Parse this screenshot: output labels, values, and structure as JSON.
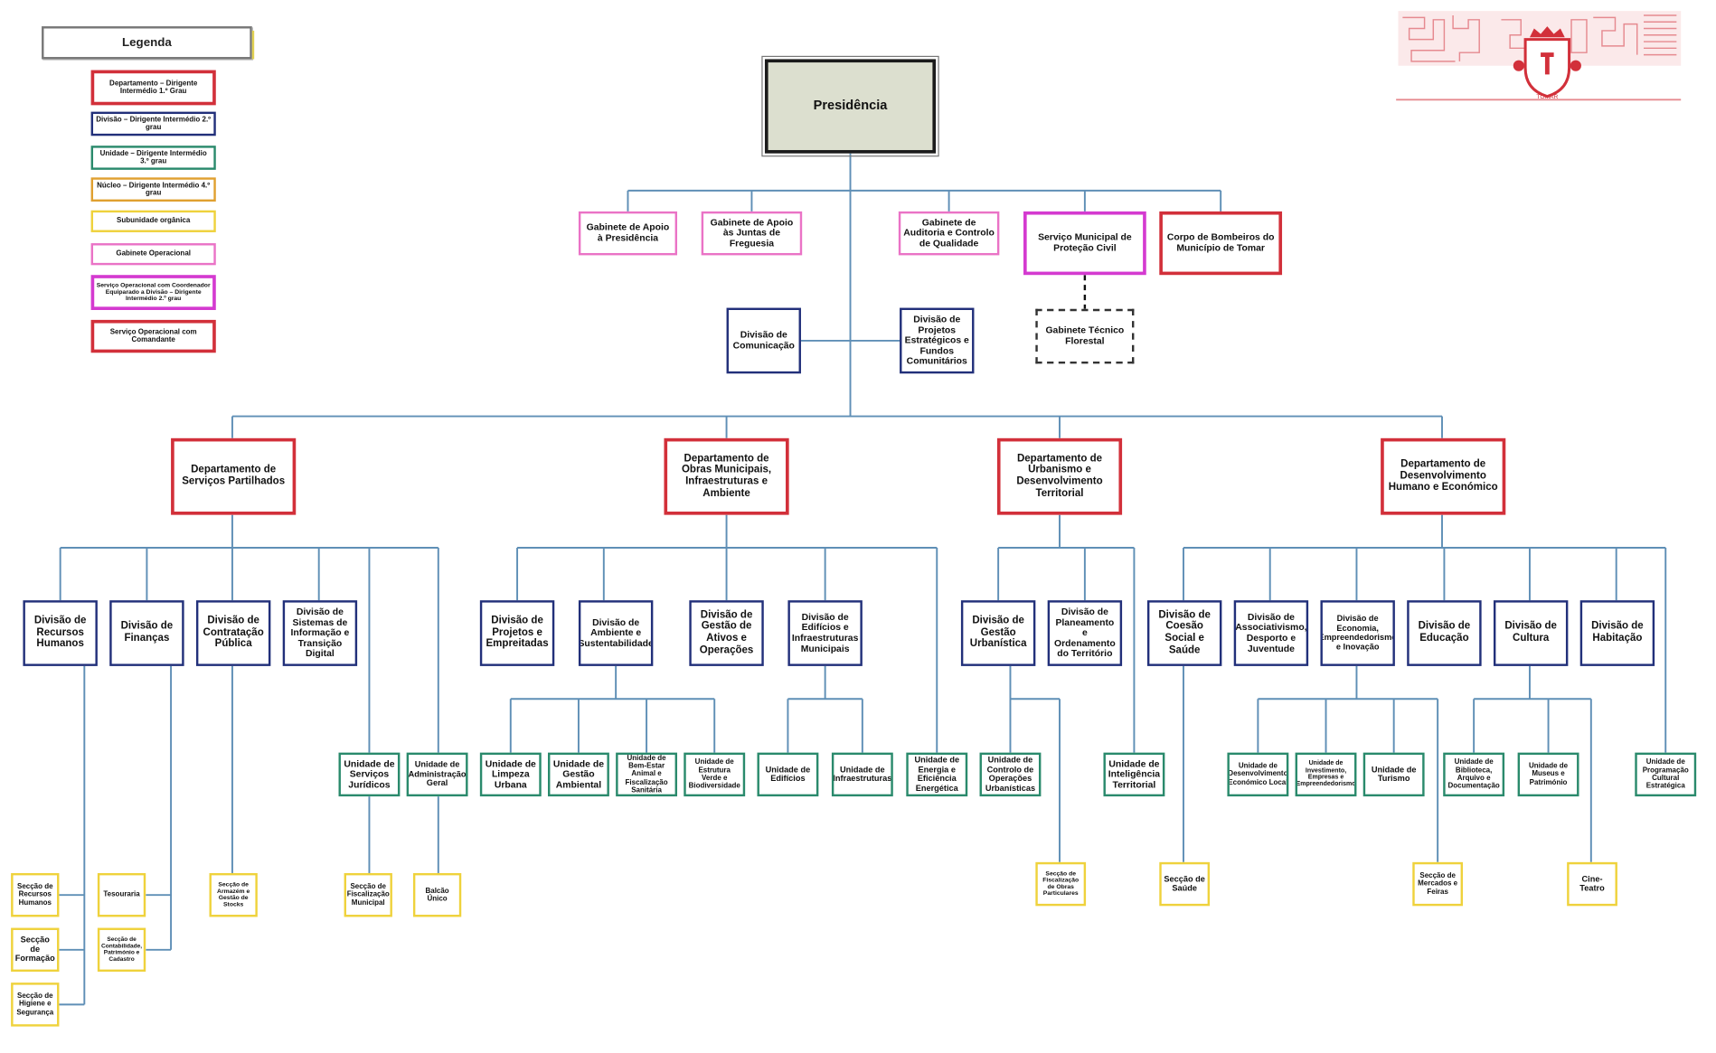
{
  "legend": {
    "title": "Legenda",
    "items": [
      {
        "label": "Departamento – Dirigente Intermédio 1.º Grau",
        "color": "#d2303a"
      },
      {
        "label": "Divisão – Dirigente Intermédio 2.º grau",
        "color": "#22307a"
      },
      {
        "label": "Unidade – Dirigente Intermédio 3.º grau",
        "color": "#2a8a6c"
      },
      {
        "label": "Núcleo – Dirigente Intermédio 4.º grau",
        "color": "#e0a030"
      },
      {
        "label": "Subunidade orgânica",
        "color": "#efd23c"
      },
      {
        "label": "Gabinete Operacional",
        "color": "#ea73c6"
      },
      {
        "label": "Serviço Operacional com Coordenador Equiparado a Divisão – Dirigente Intermédio 2.º grau",
        "color": "#d43ad0"
      },
      {
        "label": "Serviço Operacional com Comandante",
        "color": "#d2303a"
      }
    ]
  },
  "logo": {
    "text": "TOMAR",
    "color": "#e03a3a",
    "icon": "municipal-coat-of-arms-icon"
  },
  "top": {
    "presidencia": "Presidência",
    "gab_apoio_presidencia": "Gabinete de Apoio à Presidência",
    "gab_apoio_juntas": "Gabinete de Apoio às Juntas de Freguesia",
    "gab_auditoria": "Gabinete de Auditoria e Controlo de Qualidade",
    "servico_protecao_civil": "Serviço Municipal de Proteção Civil",
    "bombeiros": "Corpo de Bombeiros do Município de Tomar",
    "gab_tecnico_florestal": "Gabinete Técnico Florestal",
    "div_comunicacao": "Divisão de Comunicação",
    "div_projetos_estrategicos": "Divisão de Projetos Estratégicos e Fundos Comunitários"
  },
  "departments": {
    "servicos_partilhados": {
      "name": "Departamento de Serviços Partilhados",
      "div_rh": "Divisão de Recursos Humanos",
      "div_financas": "Divisão de Finanças",
      "div_contratacao": "Divisão de Contratação Pública",
      "div_sistemas": "Divisão de Sistemas de Informação e Transição Digital",
      "un_juridicos": "Unidade de Serviços Jurídicos",
      "un_admin": "Unidade de Administração Geral",
      "sec_rh": "Secção de Recursos Humanos",
      "sec_formacao": "Secção de Formação",
      "sec_higiene": "Secção de Higiene e Segurança",
      "tesouraria": "Tesouraria",
      "sec_contabilidade": "Secção de Contabilidade, Património e Cadastro",
      "sec_armazens": "Secção de Armazém e Gestão de Stocks",
      "sec_fiscalizacao": "Secção de Fiscalização Municipal",
      "balcao_unico": "Balcão Único"
    },
    "obras": {
      "name": "Departamento de Obras Municipais, Infraestruturas e Ambiente",
      "div_projetos": "Divisão de Projetos e Empreitadas",
      "div_ambiente": "Divisão de Ambiente e Sustentabilidade",
      "div_ativos": "Divisão de Gestão de Ativos e Operações",
      "div_edificios": "Divisão de Edifícios e Infraestruturas Municipais",
      "un_limpeza": "Unidade de Limpeza Urbana",
      "un_gestao_ambiental": "Unidade de Gestão Ambiental",
      "un_bem_estar": "Unidade de Bem-Estar Animal e Fiscalização Sanitária",
      "un_estrutura_verde": "Unidade de Estrutura Verde e Biodiversidade",
      "un_edificios": "Unidade de Edifícios",
      "un_infraestruturas": "Unidade de Infraestruturas",
      "un_energia": "Unidade de Energia e Eficiência Energética"
    },
    "urbanismo": {
      "name": "Departamento de Urbanismo e Desenvolvimento Territorial",
      "div_gestao_urbanistica": "Divisão de Gestão Urbanística",
      "div_planeamento": "Divisão de Planeamento e Ordenamento do Território",
      "un_controlo_operacoes": "Unidade de Controlo de Operações Urbanísticas",
      "un_inteligencia": "Unidade de Inteligência Territorial",
      "sec_fiscalizacao_obras": "Secção de Fiscalização de Obras Particulares"
    },
    "desenvolvimento": {
      "name": "Departamento de Desenvolvimento Humano e Económico",
      "div_coesao": "Divisão de Coesão Social e Saúde",
      "div_associativismo": "Divisão de Associativismo, Desporto e Juventude",
      "div_economia": "Divisão de Economia, Empreendedorismo e Inovação",
      "div_educacao": "Divisão de Educação",
      "div_cultura": "Divisão de Cultura",
      "div_habitacao": "Divisão de Habitação",
      "un_desenv_economico": "Unidade de Desenvolvimento Económico Local",
      "un_investimento": "Unidade de Investimento, Empresas e Empreendedorismo",
      "un_turismo": "Unidade de Turismo",
      "un_biblioteca": "Unidade de Biblioteca, Arquivo e Documentação",
      "un_museus": "Unidade de Museus e Património",
      "un_programacao": "Unidade de Programação Cultural Estratégica",
      "sec_saude": "Secção de Saúde",
      "sec_mercados": "Secção de Mercados e Feiras",
      "cine_teatro": "Cine-Teatro"
    }
  }
}
